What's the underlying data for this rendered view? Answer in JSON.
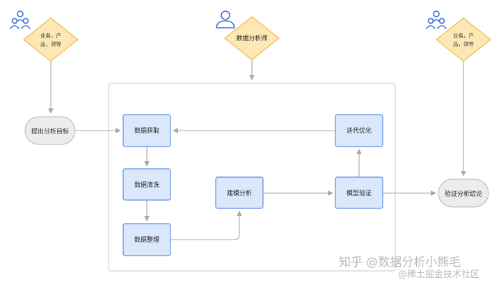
{
  "actors": {
    "left": {
      "icon": "people-group-icon",
      "label_line1": "业务，产",
      "label_line2": "品，领导"
    },
    "center": {
      "icon": "person-icon",
      "label": "数据分析师"
    },
    "right": {
      "icon": "people-group-icon",
      "label_line1": "业务，产",
      "label_line2": "品，领导"
    }
  },
  "endpoints": {
    "start": "提出分析目标",
    "end": "验证分析结论"
  },
  "steps": {
    "acquire": "数据获取",
    "clean": "数据清洗",
    "organize": "数据整理",
    "model": "建模分析",
    "validate": "模型验证",
    "iterate": "迭代优化"
  },
  "watermark": {
    "line1": "知乎 @数据分析小熊毛",
    "line2": "@稀土掘金技术社区"
  },
  "colors": {
    "step_fill": "#dbe7fb",
    "step_border": "#5b8ee6",
    "actor_fill": "#fde8b3",
    "actor_border": "#f0b84a",
    "icon": "#3a6fd8"
  }
}
